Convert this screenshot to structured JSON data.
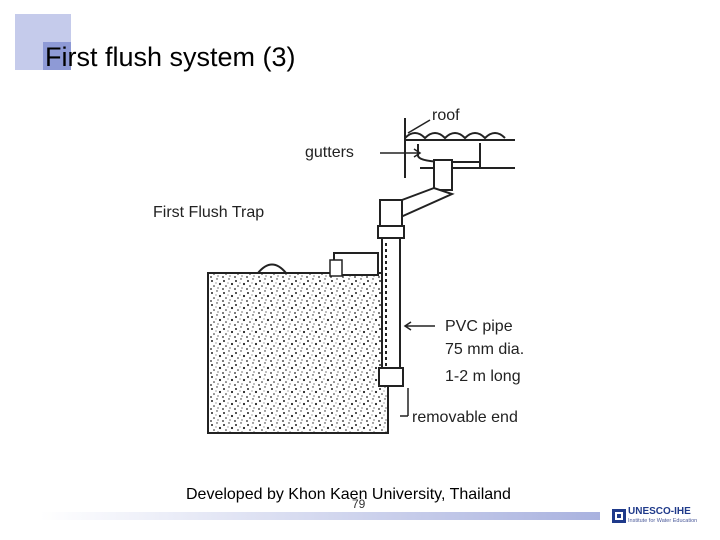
{
  "slide": {
    "title": "First flush system (3)",
    "footer": "Developed by Khon Kaen University, Thailand",
    "page_number": "79"
  },
  "diagram": {
    "labels": {
      "roof": "roof",
      "gutters": "gutters",
      "first_flush_trap": "First Flush Trap",
      "pvc_pipe": "PVC pipe",
      "diameter": "75 mm dia.",
      "length": "1-2 m long",
      "removable_end": "removable end"
    }
  },
  "logo": {
    "name": "UNESCO-IHE",
    "subtitle": "Institute for Water Education"
  },
  "colors": {
    "accent_square_dark": "#8e9ad6",
    "accent_square_light": "#c5cbeb",
    "footer_bar": "#a9b2df"
  }
}
